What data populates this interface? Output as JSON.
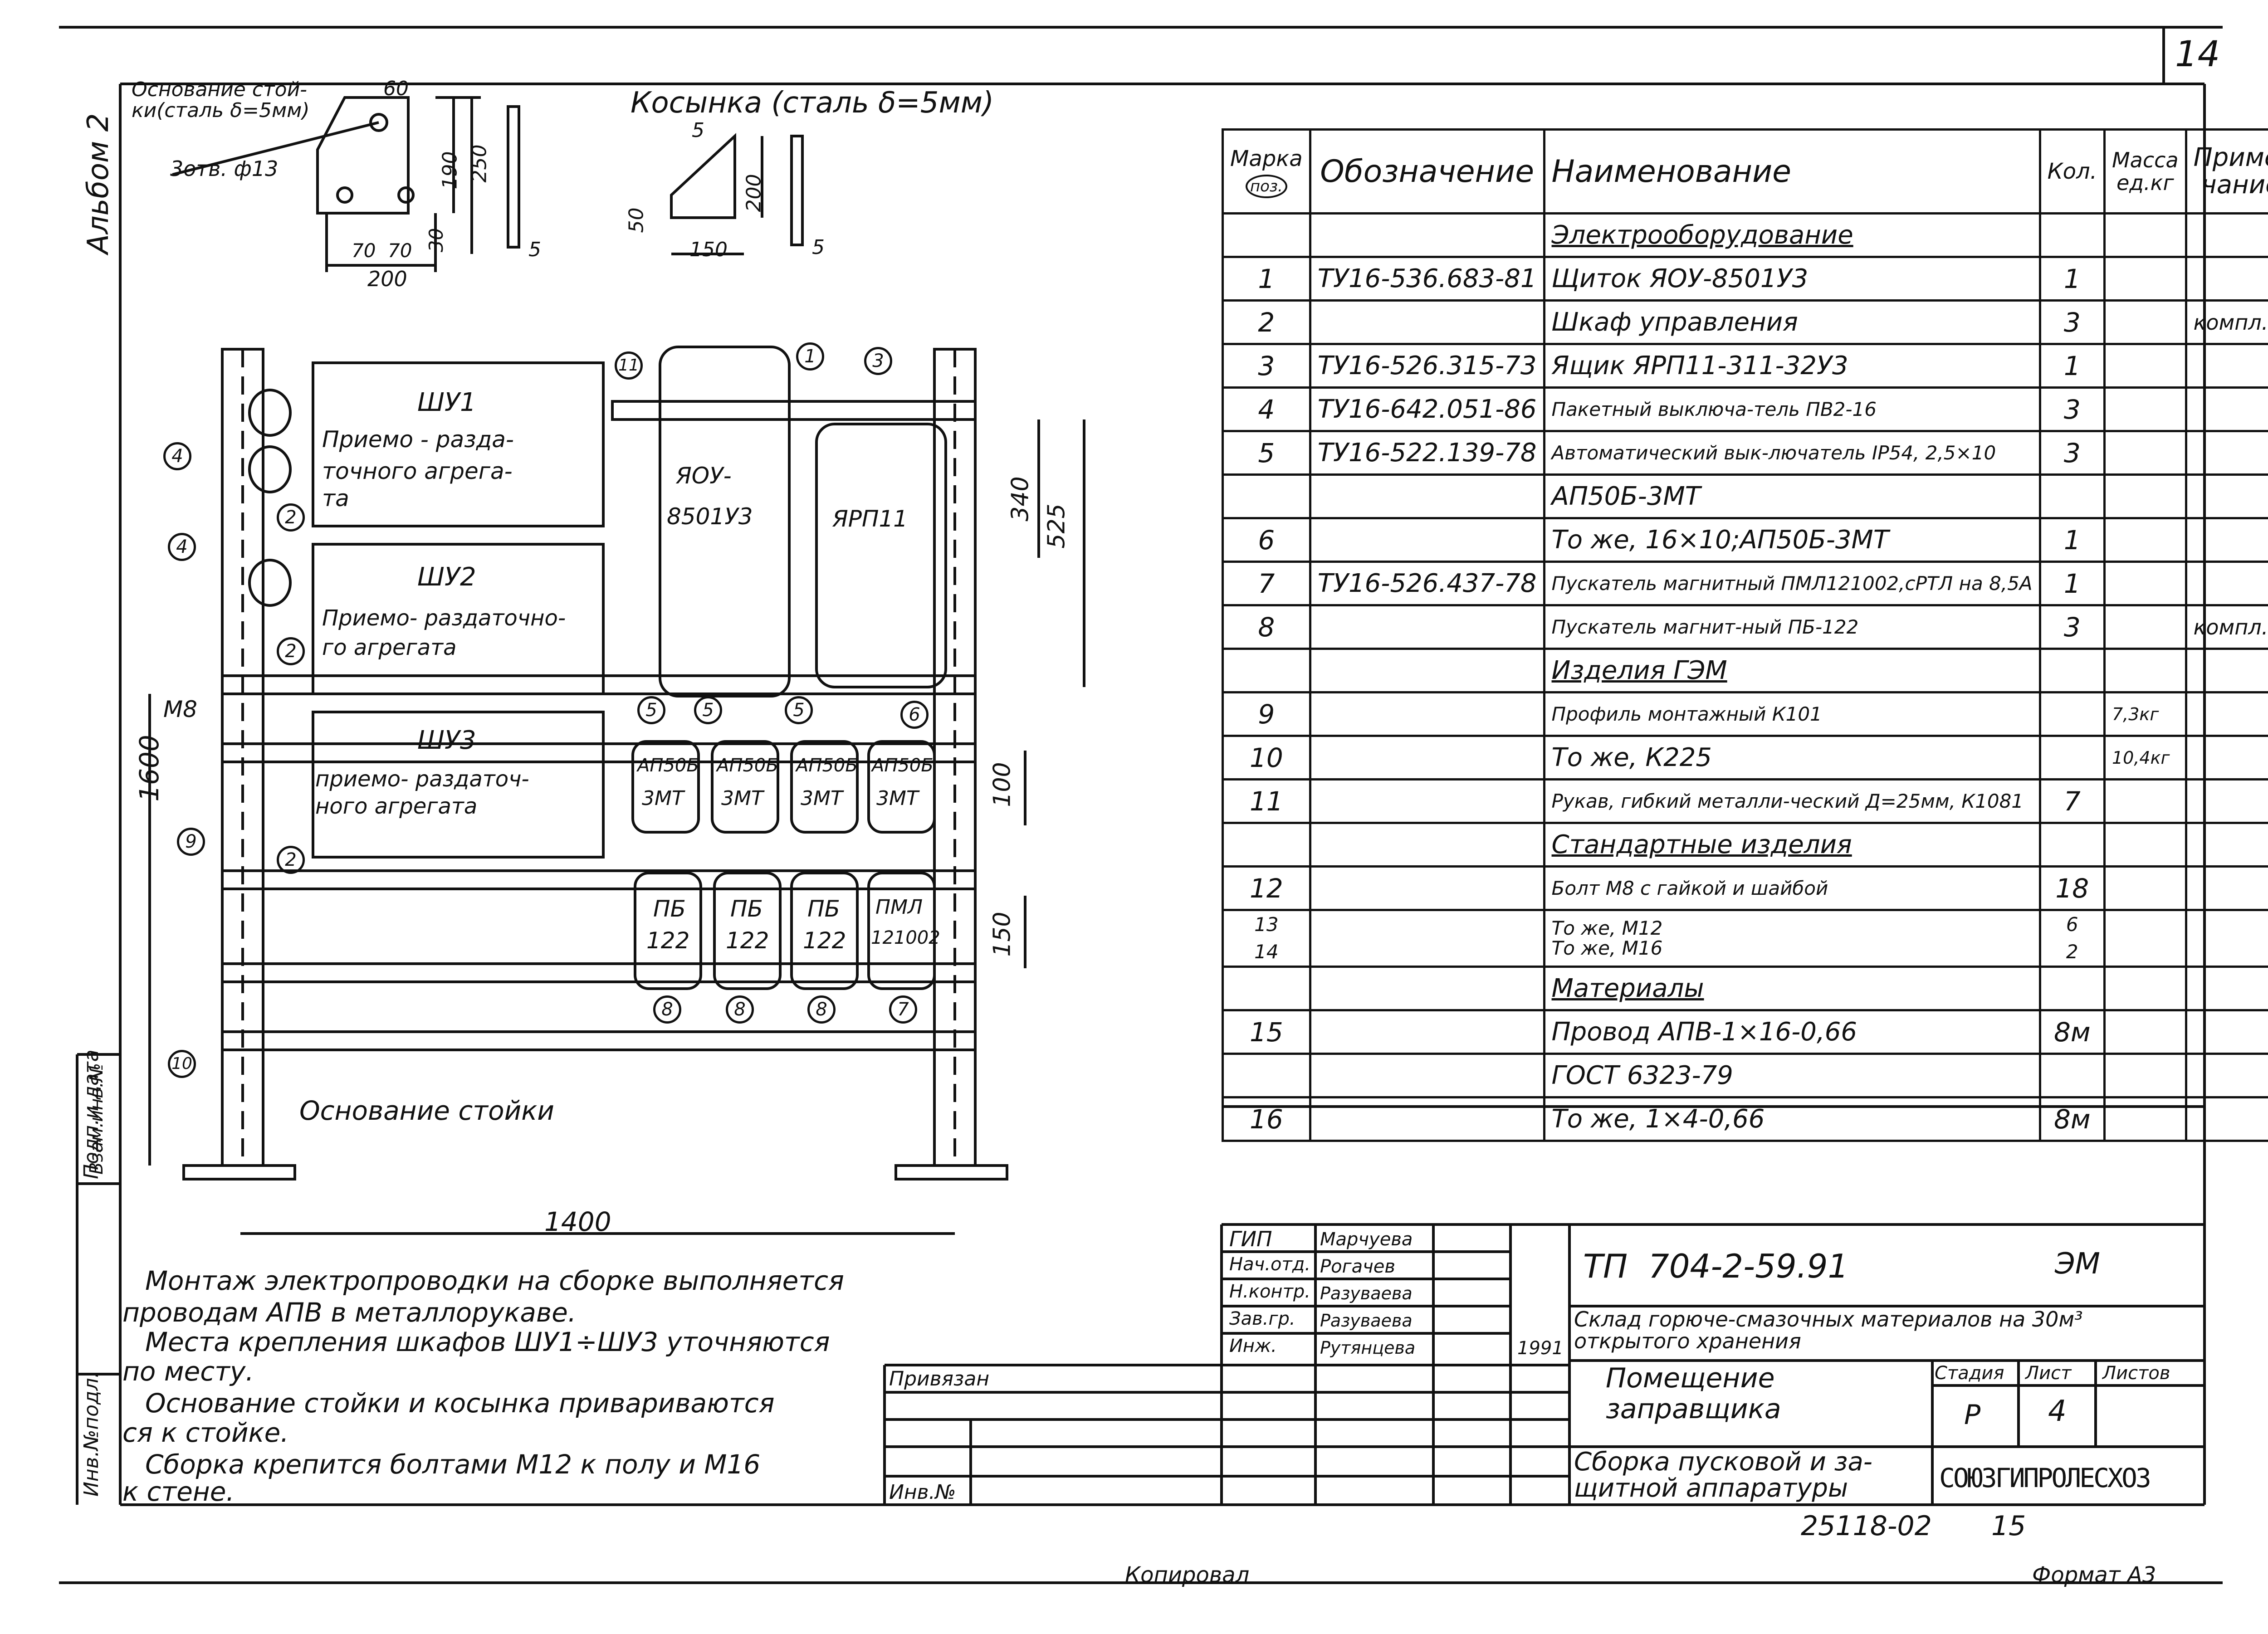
{
  "sheet_corner_number": "14",
  "side_label": "Альбом 2",
  "side_stamp_labels": [
    "Инв.№подл.",
    "Подп.и дата",
    "Взам.инв.№"
  ],
  "base_detail": {
    "title": "Основание стой-ки(сталь δ=5мм)",
    "holes": "3отв. ф13",
    "dims": [
      "60",
      "190",
      "250",
      "30",
      "70",
      "70",
      "200",
      "5"
    ]
  },
  "gusset": {
    "title": "Косынка (сталь δ=5мм)",
    "dims": [
      "5",
      "50",
      "200",
      "150",
      "5"
    ]
  },
  "main_drawing": {
    "cabinets": [
      {
        "name": "ШУ1",
        "desc": [
          "Приемо - разда-",
          "точного агрега-",
          "та"
        ]
      },
      {
        "name": "ШУ2",
        "desc": [
          "Приемо- раздаточно-",
          "го агрегата"
        ]
      },
      {
        "name": "ШУ3",
        "desc": [
          "приемо- раздаточ-",
          "ного агрегата"
        ]
      }
    ],
    "box_ya": [
      "ЯОУ-",
      "8501У3"
    ],
    "box_yarp": "ЯРП11",
    "breakers": [
      [
        "АП50Б",
        "3МТ"
      ],
      [
        "АП50Б",
        "3МТ"
      ],
      [
        "АП50Б",
        "3МТ"
      ],
      [
        "АП50Б",
        "3МТ"
      ]
    ],
    "starters": [
      [
        "ПБ",
        "122"
      ],
      [
        "ПБ",
        "122"
      ],
      [
        "ПБ",
        "122"
      ],
      [
        "ПМЛ",
        "121002"
      ]
    ],
    "callouts": [
      "1",
      "3",
      "11",
      "4",
      "2",
      "2",
      "2",
      "4",
      "5",
      "5",
      "5",
      "6",
      "8",
      "8",
      "8",
      "7",
      "9",
      "10"
    ],
    "labels": {
      "m8": "М8",
      "base": "Основание стойки"
    },
    "dims": {
      "height": "1600",
      "width": "1400",
      "d340": "340",
      "d525": "525",
      "d100": "100",
      "d150": "150"
    }
  },
  "notes": [
    "Монтаж электропроводки на сборке выполняется",
    "проводам АПВ в металлорукаве.",
    "Места крепления шкафов ШУ1÷ШУ3 уточняются",
    "по месту.",
    "Основание стойки и косынка привариваются",
    "ся к стойке.",
    "Сборка крепится болтами М12 к полу и М16",
    "к стене."
  ],
  "spec_table": {
    "headers": {
      "mark": "Марка",
      "mark_sub": "поз.",
      "designation": "Обозначение",
      "name": "Наименование",
      "qty": "Кол.",
      "mass": "Масса ед.кг",
      "note": "Приме-чание"
    },
    "rows": [
      {
        "mark": "",
        "des": "",
        "name": "Электрооборудование",
        "qty": "",
        "mass": "",
        "note": "",
        "u": true
      },
      {
        "mark": "1",
        "des": "ТУ16-536.683-81",
        "name": "Щиток ЯОУ-8501У3",
        "qty": "1",
        "mass": "",
        "note": ""
      },
      {
        "mark": "2",
        "des": "",
        "name": "Шкаф управления",
        "qty": "3",
        "mass": "",
        "note": "компл."
      },
      {
        "mark": "3",
        "des": "ТУ16-526.315-73",
        "name": "Ящик ЯРП11-311-32У3",
        "qty": "1",
        "mass": "",
        "note": ""
      },
      {
        "mark": "4",
        "des": "ТУ16-642.051-86",
        "name": "Пакетный выключа-тель ПВ2-16",
        "qty": "3",
        "mass": "",
        "note": "",
        "s": true
      },
      {
        "mark": "5",
        "des": "ТУ16-522.139-78",
        "name": "Автоматический вык-лючатель IP54, 2,5×10",
        "qty": "3",
        "mass": "",
        "note": "",
        "s": true
      },
      {
        "mark": "",
        "des": "",
        "name": "АП50Б-3МТ",
        "qty": "",
        "mass": "",
        "note": ""
      },
      {
        "mark": "6",
        "des": "",
        "name": "То же, 16×10;АП50Б-3МТ",
        "qty": "1",
        "mass": "",
        "note": ""
      },
      {
        "mark": "7",
        "des": "ТУ16-526.437-78",
        "name": "Пускатель магнитный ПМЛ121002,сРТЛ на 8,5А",
        "qty": "1",
        "mass": "",
        "note": "",
        "s": true
      },
      {
        "mark": "8",
        "des": "",
        "name": "Пускатель магнит-ный ПБ-122",
        "qty": "3",
        "mass": "",
        "note": "компл.",
        "s": true
      },
      {
        "mark": "",
        "des": "",
        "name": "Изделия ГЭМ",
        "qty": "",
        "mass": "",
        "note": "",
        "u": true
      },
      {
        "mark": "9",
        "des": "",
        "name": "Профиль монтажный К101",
        "qty": "",
        "mass": "7,3кг",
        "note": "",
        "s": true,
        "massInQty": true
      },
      {
        "mark": "10",
        "des": "",
        "name": "То же, К225",
        "qty": "",
        "mass": "10,4кг",
        "note": "",
        "massInQty": true
      },
      {
        "mark": "11",
        "des": "",
        "name": "Рукав, гибкий металли-ческий Д=25мм, К1081",
        "qty": "7",
        "mass": "",
        "note": "",
        "s": true
      },
      {
        "mark": "",
        "des": "",
        "name": "Стандартные изделия",
        "qty": "",
        "mass": "",
        "note": "",
        "u": true
      },
      {
        "mark": "12",
        "des": "",
        "name": "Болт М8 с гайкой и шайбой",
        "qty": "18",
        "mass": "",
        "note": "",
        "s": true
      },
      {
        "mark": "13\n14",
        "des": "",
        "name": "То же, М12\nТо же, М16",
        "qty": "6\n2",
        "mass": "",
        "note": "",
        "s": true
      },
      {
        "mark": "",
        "des": "",
        "name": "Материалы",
        "qty": "",
        "mass": "",
        "note": "",
        "u": true
      },
      {
        "mark": "15",
        "des": "",
        "name": "Провод АПВ-1×16-0,66",
        "qty": "8м",
        "mass": "",
        "note": ""
      },
      {
        "mark": "",
        "des": "",
        "name": "ГОСТ 6323-79",
        "qty": "",
        "mass": "",
        "note": ""
      },
      {
        "mark": "16",
        "des": "",
        "name": "То же, 1×4-0,66",
        "qty": "8м",
        "mass": "",
        "note": ""
      }
    ]
  },
  "title_block": {
    "roles": [
      "ГИП",
      "Нач.отд.",
      "Н.контр.",
      "Зав.гр.",
      "Инж."
    ],
    "names": [
      "Марчуева",
      "Рогачев",
      "Разуваева",
      "Разуваева",
      "Рутянцева"
    ],
    "year": "1991",
    "project_code": "ТП  704-2-59.91",
    "section": "ЭМ",
    "object": "Склад горюче-смазочных материалов на 30м³ открытого хранения",
    "building": "Помещение заправщика",
    "stage_label": "Стадия",
    "sheet_label": "Лист",
    "sheets_label": "Листов",
    "stage": "Р",
    "sheet": "4",
    "drawing_name": "Сборка пусковой и за-щитной аппаратуры",
    "org": "СОЮЗГИПРОЛЕСХОЗ",
    "privyazan": "Привязан",
    "inv_no": "Инв.№"
  },
  "footer": {
    "doc_no": "25118-02",
    "page": "15",
    "copied": "Копировал",
    "format": "Формат А3"
  }
}
